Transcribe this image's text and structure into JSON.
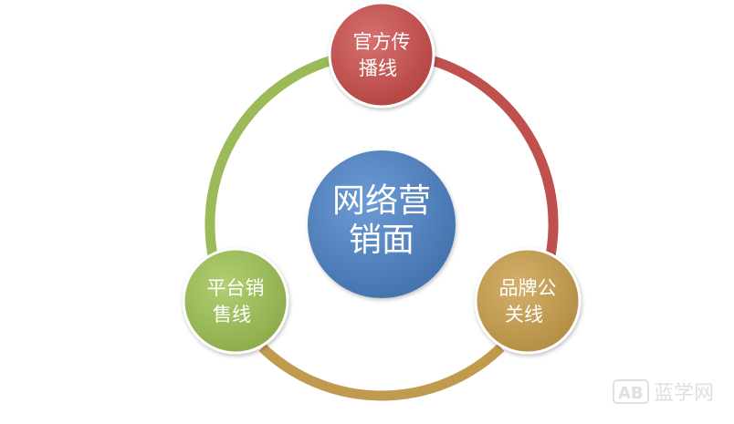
{
  "diagram": {
    "center": {
      "lines": [
        "网络营",
        "销面"
      ],
      "color": "#4f81bd"
    },
    "nodes": [
      {
        "id": "official",
        "lines": [
          "官方传",
          "播线"
        ],
        "color": "#c0504d"
      },
      {
        "id": "brand",
        "lines": [
          "品牌公",
          "关线"
        ],
        "color": "#c09a4f"
      },
      {
        "id": "platform",
        "lines": [
          "平台销",
          "售线"
        ],
        "color": "#9bbb59"
      }
    ],
    "ring_arcs": [
      {
        "from": "official",
        "to": "brand",
        "color": "#c0504d"
      },
      {
        "from": "brand",
        "to": "platform",
        "color": "#c09a4f"
      },
      {
        "from": "platform",
        "to": "official",
        "color": "#9bbb59"
      }
    ]
  },
  "watermark": {
    "badge": "AB",
    "text": "蓝学网"
  }
}
